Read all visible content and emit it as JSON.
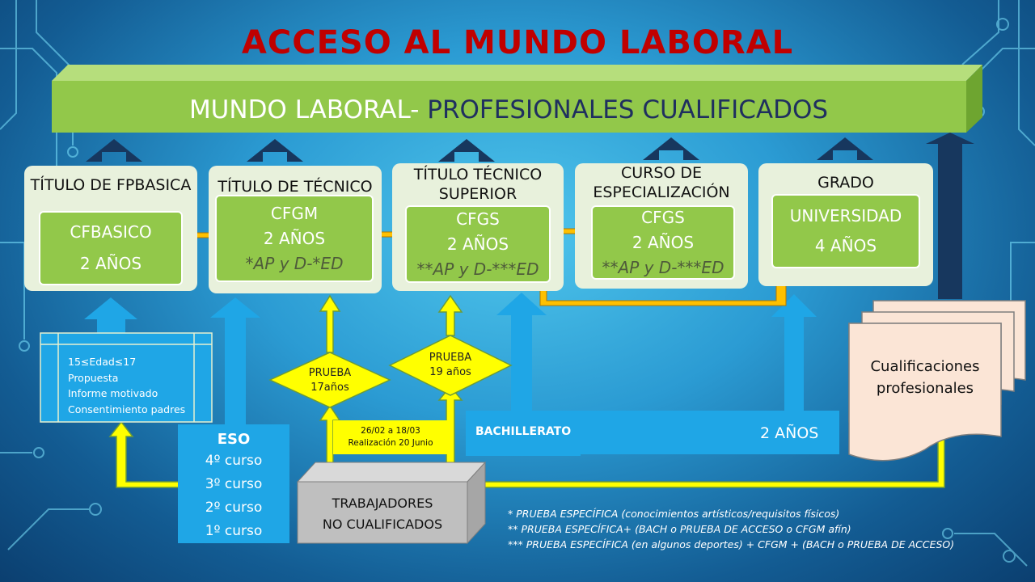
{
  "title": "ACCESO AL MUNDO LABORAL",
  "banner": {
    "light": "MUNDO LABORAL-",
    "dark": "PROFESIONALES CUALIFICADOS"
  },
  "cards": [
    {
      "head": "TÍTULO DE FPBASICA",
      "lines": [
        "CFBASICO",
        "2 AÑOS"
      ]
    },
    {
      "head": "TÍTULO DE TÉCNICO",
      "lines": [
        "CFGM",
        "2 AÑOS"
      ],
      "note": "*AP y D-*ED"
    },
    {
      "head": "TÍTULO TÉCNICO SUPERIOR",
      "lines": [
        "CFGS",
        "2 AÑOS"
      ],
      "note": "**AP y D-***ED"
    },
    {
      "head": "CURSO DE ESPECIALIZACIÓN",
      "lines": [
        "CFGS",
        "2 AÑOS"
      ],
      "note": "**AP y D-***ED"
    },
    {
      "head": "GRADO",
      "lines": [
        "UNIVERSIDAD",
        "4 AÑOS"
      ]
    }
  ],
  "fpb_requirements": [
    "15≤Edad≤17",
    "Propuesta",
    "Informe motivado",
    "Consentimiento padres"
  ],
  "eso": {
    "title": "ESO",
    "courses": [
      "4º curso",
      "3º curso",
      "2º curso",
      "1º curso"
    ]
  },
  "prueba_grado_medio": {
    "label": "PRUEBA",
    "age": "17años"
  },
  "prueba_grado_superior": {
    "label": "PRUEBA",
    "age": "19 años"
  },
  "dates": {
    "range": "26/02 a 18/03",
    "exam": "Realización 20 Junio"
  },
  "bachillerato": {
    "label": "BACHILLERATO",
    "duration": "2 AÑOS"
  },
  "trabajadores": {
    "line1": "TRABAJADORES",
    "line2": "NO CUALIFICADOS"
  },
  "cualificaciones": {
    "line1": "Cualificaciones",
    "line2": "profesionales"
  },
  "footnotes": [
    "* PRUEBA ESPECÍFICA (conocimientos artísticos/requisitos físicos)",
    "** PRUEBA ESPECÍFICA+ (BACH o PRUEBA DE ACCESO o CFGM afín)",
    "*** PRUEBA ESPECÍFICA (en algunos deportes) + CFGM + (BACH o PRUEBA DE ACCESO)"
  ],
  "colors": {
    "title": "#c00000",
    "green": "#92c84a",
    "navy": "#17375e",
    "sky": "#1fa6e6",
    "yellow": "#ffff00",
    "orange": "#ffc000"
  }
}
